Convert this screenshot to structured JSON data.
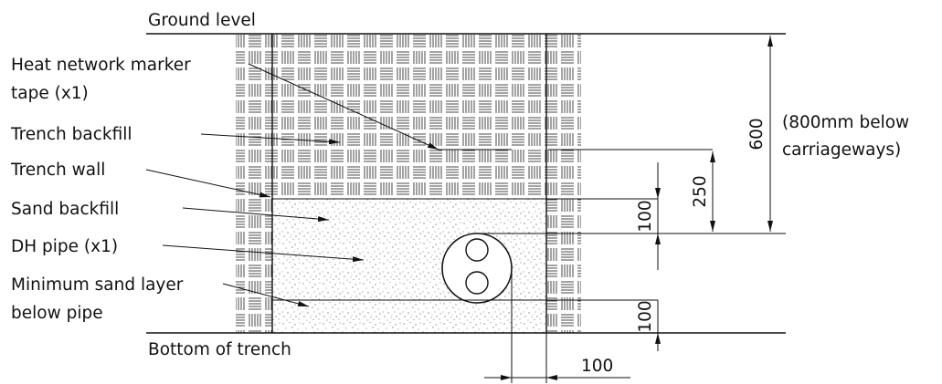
{
  "labels": {
    "ground_level": "Ground level",
    "marker_tape_line1": "Heat network marker",
    "marker_tape_line2": "tape (x1)",
    "trench_backfill": "Trench backfill",
    "trench_wall": "Trench wall",
    "sand_backfill": "Sand backfill",
    "dh_pipe": "DH pipe (x1)",
    "min_sand_line1": "Minimum sand layer",
    "min_sand_line2": "below pipe",
    "bottom_of_trench": "Bottom of trench",
    "carriageway_note_line1": "(800mm below",
    "carriageway_note_line2": "carriageways)"
  },
  "dimensions": {
    "depth_total": "600",
    "tape_depth": "250",
    "sand_above_pipe": "100",
    "sand_below_pipe": "100",
    "side_clearance": "100"
  },
  "colors": {
    "line": "#111111",
    "background": "#ffffff",
    "sand_speckle": "#555555"
  }
}
